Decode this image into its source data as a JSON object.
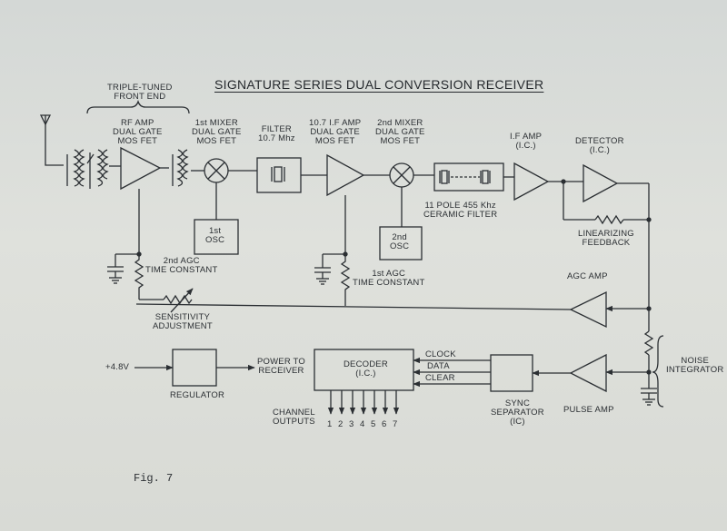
{
  "title": "SIGNATURE SERIES DUAL CONVERSION RECEIVER",
  "figure_caption": "Fig. 7",
  "front_end_label": [
    "TRIPLE-TUNED",
    "FRONT END"
  ],
  "stages": {
    "rf_amp": [
      "RF AMP",
      "DUAL GATE",
      "MOS FET"
    ],
    "mixer1": [
      "1st MIXER",
      "DUAL GATE",
      "MOS FET"
    ],
    "filter": [
      "FILTER",
      "10.7 Mhz"
    ],
    "if_amp1": [
      "10.7 I.F AMP",
      "DUAL GATE",
      "MOS FET"
    ],
    "mixer2": [
      "2nd MIXER",
      "DUAL GATE",
      "MOS FET"
    ],
    "ceramic_filter": [
      "11 POLE 455 Khz",
      "CERAMIC FILTER"
    ],
    "if_amp2": [
      "I.F AMP",
      "(I.C.)"
    ],
    "detector": [
      "DETECTOR",
      "(I.C.)"
    ],
    "osc1": [
      "1st",
      "OSC"
    ],
    "osc2": [
      "2nd",
      "OSC"
    ],
    "linearizing": [
      "LINEARIZING",
      "FEEDBACK"
    ],
    "agc2": [
      "2nd AGC",
      "TIME CONSTANT"
    ],
    "agc1": [
      "1st AGC",
      "TIME CONSTANT"
    ],
    "sensitivity": [
      "SENSITIVITY",
      "ADJUSTMENT"
    ],
    "agc_amp": "AGC AMP",
    "noise_integrator": [
      "NOISE",
      "INTEGRATOR"
    ],
    "pulse_amp": "PULSE AMP",
    "sync_separator": [
      "SYNC",
      "SEPARATOR",
      "(IC)"
    ],
    "decoder": [
      "DECODER",
      "(I.C.)"
    ],
    "regulator": "REGULATOR",
    "power_to_receiver": [
      "POWER TO",
      "RECEIVER"
    ],
    "supply_voltage": "+4.8V",
    "clock": "CLOCK",
    "data": "DATA",
    "clear": "CLEAR",
    "channel_outputs": [
      "CHANNEL",
      "OUTPUTS"
    ],
    "channel_numbers": [
      "1",
      "2",
      "3",
      "4",
      "5",
      "6",
      "7"
    ]
  },
  "colors": {
    "ink": "#2b2f33",
    "paper": "#dcdfda"
  }
}
